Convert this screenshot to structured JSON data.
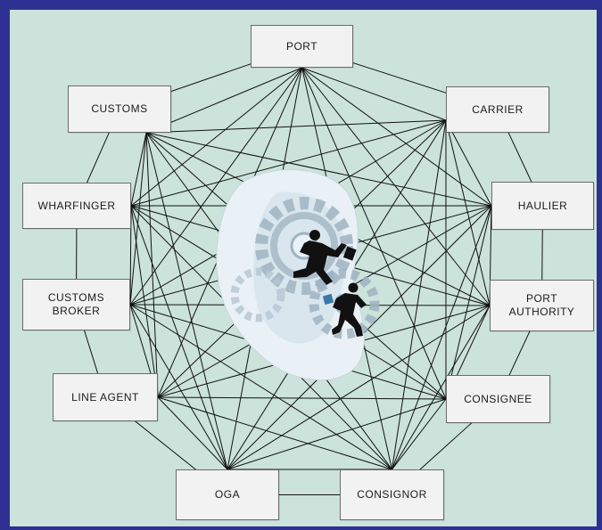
{
  "diagram": {
    "nodes": [
      {
        "id": "port",
        "label": "PORT"
      },
      {
        "id": "carrier",
        "label": "CARRIER"
      },
      {
        "id": "haulier",
        "label": "HAULIER"
      },
      {
        "id": "port-authority",
        "label": "PORT\nAUTHORITY"
      },
      {
        "id": "consignee",
        "label": "CONSIGNEE"
      },
      {
        "id": "consignor",
        "label": "CONSIGNOR"
      },
      {
        "id": "oga",
        "label": "OGA"
      },
      {
        "id": "line-agent",
        "label": "LINE AGENT"
      },
      {
        "id": "customs-broker",
        "label": "CUSTOMS\nBROKER"
      },
      {
        "id": "wharfinger",
        "label": "WHARFINGER"
      },
      {
        "id": "customs",
        "label": "CUSTOMS"
      }
    ],
    "center_illustration": "business-people-gears-illustration",
    "colors": {
      "frame": "#2e3192",
      "background": "#cbe3da",
      "box_fill": "#f2f2f2",
      "box_border": "#6b6b6b",
      "lines": "#111111"
    }
  }
}
